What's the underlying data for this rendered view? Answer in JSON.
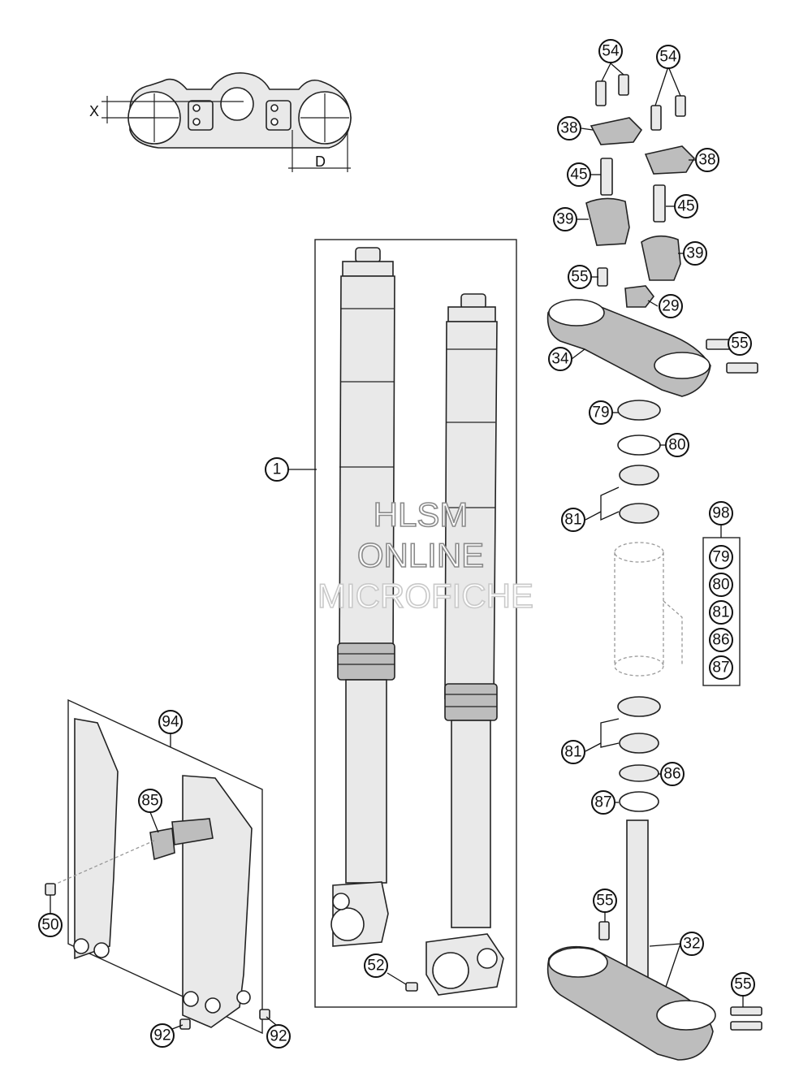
{
  "dimensions": {
    "x_label": "X",
    "d_label": "D"
  },
  "callouts": {
    "c1": "1",
    "c54a": "54",
    "c54b": "54",
    "c38a": "38",
    "c38b": "38",
    "c45a": "45",
    "c45b": "45",
    "c39a": "39",
    "c39b": "39",
    "c55a": "55",
    "c29": "29",
    "c55b": "55",
    "c34": "34",
    "c79": "79",
    "c80": "80",
    "c81a": "81",
    "c98": "98",
    "c81b": "81",
    "c86": "86",
    "c87": "87",
    "c55c": "55",
    "c32": "32",
    "c55d": "55",
    "c94": "94",
    "c85": "85",
    "c50": "50",
    "c92a": "92",
    "c92b": "92",
    "c52": "52"
  },
  "kit_98_items": [
    "79",
    "80",
    "81",
    "86",
    "87"
  ],
  "watermark": {
    "line1": "HLSM",
    "line2": "ONLINE",
    "line3": "MICROFICHE"
  }
}
